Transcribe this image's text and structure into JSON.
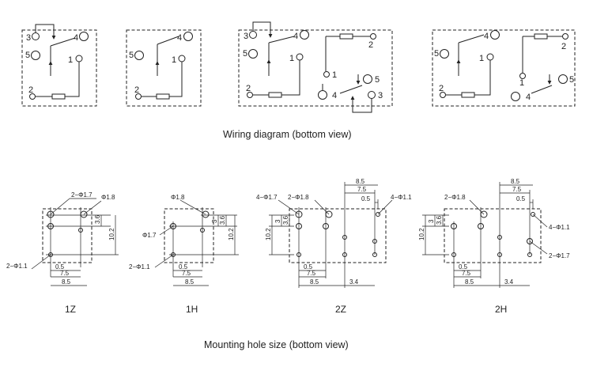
{
  "wiring_caption": "Wiring diagram (bottom view)",
  "mounting_caption": "Mounting hole size (bottom view)",
  "wiring": {
    "d1": {
      "pins": [
        "3",
        "4",
        "5",
        "1",
        "2"
      ]
    },
    "d2": {
      "pins": [
        "4",
        "5",
        "1",
        "2"
      ]
    },
    "d3": {
      "pins": [
        "3",
        "4",
        "5",
        "1",
        "2",
        "1",
        "5",
        "4",
        "3"
      ]
    },
    "d4": {
      "pins": [
        "4",
        "5",
        "1",
        "2",
        "1",
        "4",
        "5"
      ]
    }
  },
  "mounting": {
    "m1": {
      "label": "1Z",
      "hole_a": "2−Φ1.7",
      "hole_b": "Φ1.8",
      "hole_c": "2−Φ1.1",
      "dim_36": "3.6",
      "dim_102": "10.2",
      "dim_05": "0.5",
      "dim_75": "7.5",
      "dim_85": "8.5"
    },
    "m2": {
      "label": "1H",
      "hole_a": "Φ1.8",
      "hole_b": "Φ1.7",
      "hole_c": "2−Φ1.1",
      "dim_3": "3",
      "dim_36": "3.6",
      "dim_102": "10.2",
      "dim_05": "0.5",
      "dim_75": "7.5",
      "dim_85": "8.5"
    },
    "m3": {
      "label": "2Z",
      "hole_a": "4−Φ1.7",
      "hole_b": "2−Φ1.8",
      "hole_c": "4−Φ1.1",
      "dim_85t": "8.5",
      "dim_75t": "7.5",
      "dim_05t": "0.5",
      "dim_102": "10.2",
      "dim_3": "3",
      "dim_36": "3.6",
      "dim_05": "0.5",
      "dim_75": "7.5",
      "dim_85": "8.5",
      "dim_34": "3.4"
    },
    "m4": {
      "label": "2H",
      "hole_a": "2−Φ1.8",
      "hole_b": "4−Φ1.1",
      "hole_c": "2−Φ1.7",
      "dim_85t": "8.5",
      "dim_75t": "7.5",
      "dim_05t": "0.5",
      "dim_102": "10.2",
      "dim_3": "3",
      "dim_36": "3.6",
      "dim_05": "0.5",
      "dim_75": "7.5",
      "dim_85": "8.5",
      "dim_34": "3.4"
    }
  }
}
